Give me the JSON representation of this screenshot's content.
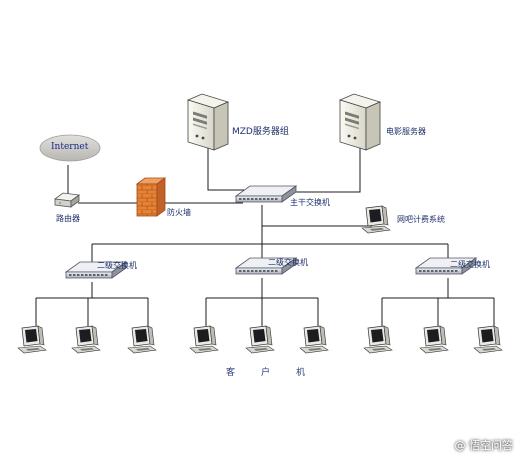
{
  "labels": {
    "internet": "Internet",
    "router": "路由器",
    "firewall": "防火墙",
    "mzd_server": "MZD服务器组",
    "movie_server": "电影服务器",
    "core_switch": "主干交换机",
    "billing": "网吧计费系统",
    "level2_switch": "二级交换机",
    "clients": "客户机"
  },
  "watermark": "@ 悟空问答",
  "colors": {
    "line": "#1b1b1b",
    "label": "#1f2f6b",
    "cloud": "#c9c7c3",
    "firewall": "#e07b2e"
  },
  "icons": {
    "cloud": "internet-cloud-icon",
    "router": "router-icon",
    "firewall": "firewall-icon",
    "server": "server-tower-icon",
    "switch": "network-switch-icon",
    "computer": "desktop-computer-icon"
  }
}
